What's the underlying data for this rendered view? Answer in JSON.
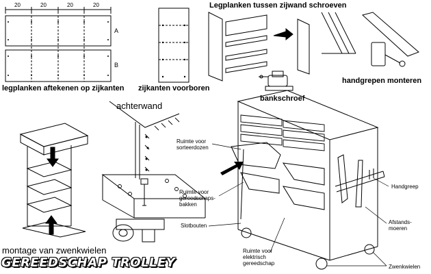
{
  "captions": {
    "mark_shelves": "legplanken aftekenen op zijkanten",
    "predrill_sides": "zijkanten voorboren",
    "shelves_between": "Legplanken tussen zijwand schroeven",
    "mount_handles": "handgrepen monteren",
    "vise": "bankschroef",
    "back_wall": "achterwand",
    "casters": "montage van zwenkwielen",
    "title": "GEREEDSCHAP TROLLEY"
  },
  "dimensions": [
    "20",
    "20",
    "20",
    "20"
  ],
  "panel_labels": [
    "A",
    "B"
  ],
  "callouts": {
    "sorting_boxes": "Ruimte voor\nsorteerdozen",
    "tool_bins": "Ruimte voor\ngereedschaps-\nbakken",
    "slot_bolts": "Slotbouten",
    "power_tools": "Ruimte voor\nelektrisch\ngereedschap",
    "handle": "Handgreep",
    "spacers": "Afstands-\nmoeren",
    "casters": "Zwenkwielen"
  },
  "colors": {
    "line": "#000000",
    "background": "#ffffff"
  }
}
